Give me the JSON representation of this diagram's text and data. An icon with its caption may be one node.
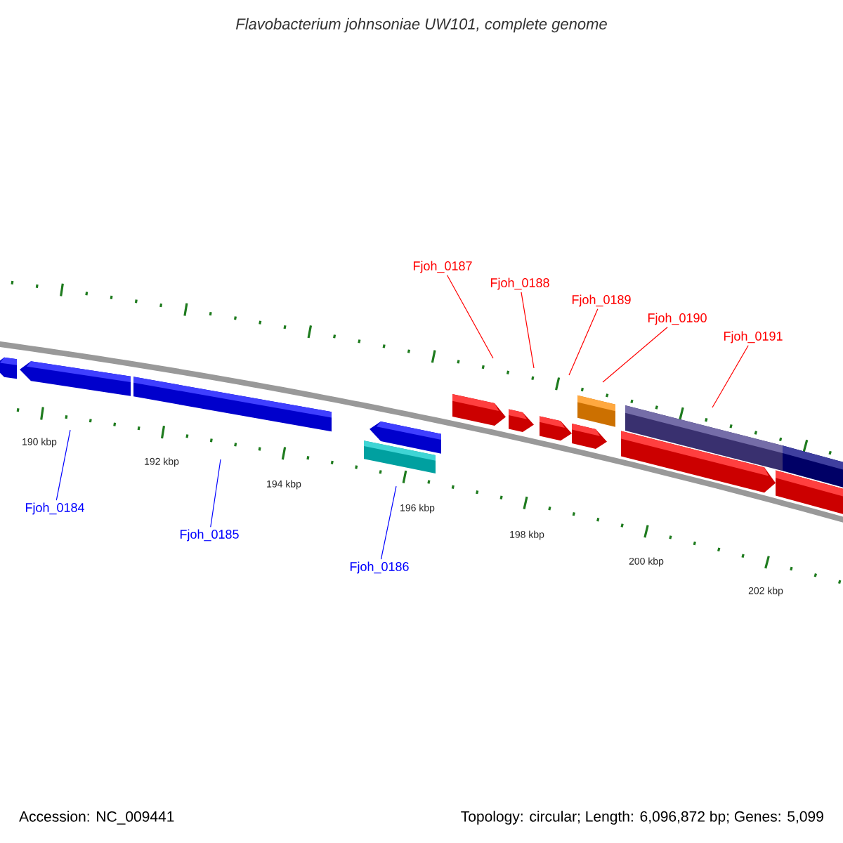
{
  "diagram": {
    "title": "Flavobacterium johnsoniae UW101, complete genome",
    "nodes": [
      {
        "text": [
          "Fjoh_0184"
        ]
      },
      {
        "text": [
          "Fjoh_0185"
        ]
      },
      {
        "text": [
          "Fjoh_0186"
        ]
      },
      {
        "text": [
          "Fjoh_0187"
        ]
      },
      {
        "text": [
          "Fjoh_0188"
        ]
      },
      {
        "text": [
          "Fjoh_0189"
        ]
      },
      {
        "text": [
          "Fjoh_0190"
        ]
      },
      {
        "text": [
          "Fjoh_0191"
        ]
      }
    ],
    "edges": [
      {
        "from": 0,
        "to": null,
        "arrow": "none",
        "color": "#0000ff"
      },
      {
        "from": 1,
        "to": null,
        "arrow": "none",
        "color": "#0000ff"
      },
      {
        "from": 2,
        "to": null,
        "arrow": "none",
        "color": "#0000ff"
      },
      {
        "from": 3,
        "to": null,
        "arrow": "none"
      },
      {
        "from": 4,
        "to": null,
        "arrow": "none"
      },
      {
        "from": 5,
        "to": null,
        "arrow": "none"
      },
      {
        "from": 6,
        "to": null,
        "arrow": "none"
      },
      {
        "from": 7,
        "to": null,
        "arrow": "none"
      }
    ],
    "labels": [
      "190 kbp",
      "192 kbp",
      "194 kbp",
      "196 kbp",
      "198 kbp",
      "200 kbp",
      "202 kbp",
      "Accession: NC_009441",
      "Topology: circular; Length: 6,096,872 bp; Genes: 5,099"
    ]
  }
}
